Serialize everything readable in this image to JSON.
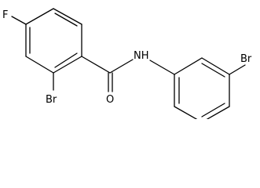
{
  "molecule": {
    "atoms": {
      "fluorine": "F",
      "bromine_ortho": "Br",
      "oxygen": "O",
      "nitrogen_hydrogen": "NH",
      "bromine_meta": "Br"
    }
  }
}
